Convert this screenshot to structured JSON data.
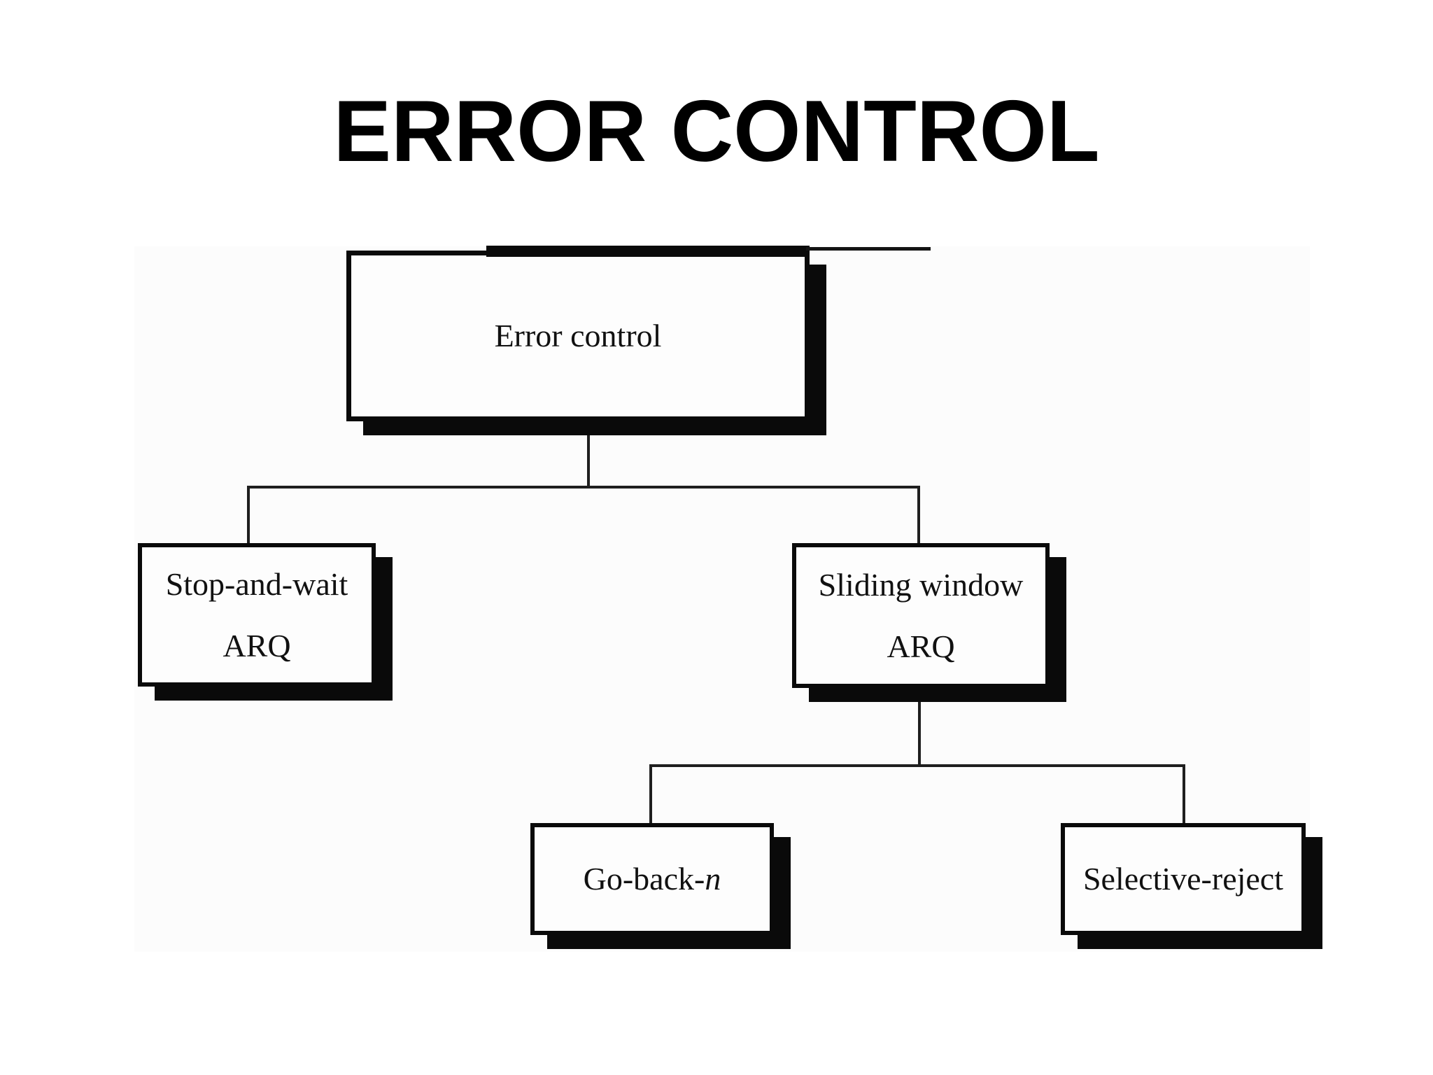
{
  "slide": {
    "title": "ERROR CONTROL"
  },
  "diagram": {
    "nodes": {
      "error_control": {
        "label": "Error control"
      },
      "stop_and_wait": {
        "line1": "Stop-and-wait",
        "line2": "ARQ"
      },
      "sliding_window": {
        "line1": "Sliding window",
        "line2": "ARQ"
      },
      "go_back_n": {
        "prefix": "Go-back-",
        "suffix_italic": "n"
      },
      "selective_reject": {
        "label": "Selective-reject"
      }
    },
    "edges": [
      {
        "from": "Error control",
        "to": "Stop-and-wait ARQ"
      },
      {
        "from": "Error control",
        "to": "Sliding window ARQ"
      },
      {
        "from": "Sliding window ARQ",
        "to": "Go-back-n"
      },
      {
        "from": "Sliding window ARQ",
        "to": "Selective-reject"
      }
    ],
    "colors": {
      "background": "#ffffff",
      "scan_tint": "#fcfcfc",
      "box_fill": "#fdfdfd",
      "box_border": "#0a0a0a",
      "box_shadow": "#0a0a0a",
      "connector": "#1f1f1f",
      "text": "#111111",
      "title": "#000000"
    }
  }
}
